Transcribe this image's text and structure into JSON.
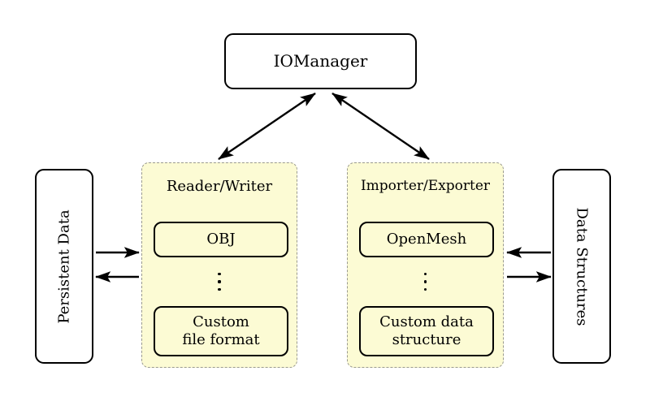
{
  "diagram": {
    "title_node": {
      "label": "IOManager"
    },
    "groups": [
      {
        "id": "reader-writer",
        "title": "Reader/Writer",
        "items": [
          {
            "label": "OBJ"
          },
          {
            "label": "Custom\nfile format",
            "line1": "Custom",
            "line2": "file format"
          }
        ],
        "ellipsis": "⋮",
        "fill_color": "#fcfbd4",
        "border_color": "#9a9a8f"
      },
      {
        "id": "importer-exporter",
        "title": "Importer/Exporter",
        "items": [
          {
            "label": "OpenMesh"
          },
          {
            "label": "Custom data\nstructure",
            "line1": "Custom data",
            "line2": "structure"
          }
        ],
        "ellipsis": "⋮",
        "fill_color": "#fcfbd4",
        "border_color": "#9a9a8f"
      }
    ],
    "side_nodes": [
      {
        "id": "persistent-data",
        "label": "Persistent Data",
        "orientation": "rotated-ccw"
      },
      {
        "id": "data-structures",
        "label": "Data Structures",
        "orientation": "rotated-cw"
      }
    ],
    "connections": [
      {
        "from": "IOManager",
        "to": "Reader/Writer",
        "style": "double-headed-diagonal"
      },
      {
        "from": "IOManager",
        "to": "Importer/Exporter",
        "style": "double-headed-diagonal"
      },
      {
        "from": "Persistent Data",
        "to": "Reader/Writer",
        "style": "single-arrow-right"
      },
      {
        "from": "Reader/Writer",
        "to": "Persistent Data",
        "style": "single-arrow-left"
      },
      {
        "from": "Importer/Exporter",
        "to": "Data Structures",
        "style": "single-arrow-left"
      },
      {
        "from": "Data Structures",
        "to": "Importer/Exporter",
        "style": "single-arrow-right"
      }
    ],
    "colors": {
      "panel_fill": "#fcfbd4",
      "panel_border": "#9a9a8f",
      "node_border": "#000000",
      "node_fill": "#ffffff",
      "arrow": "#000000",
      "background": "#ffffff"
    }
  }
}
